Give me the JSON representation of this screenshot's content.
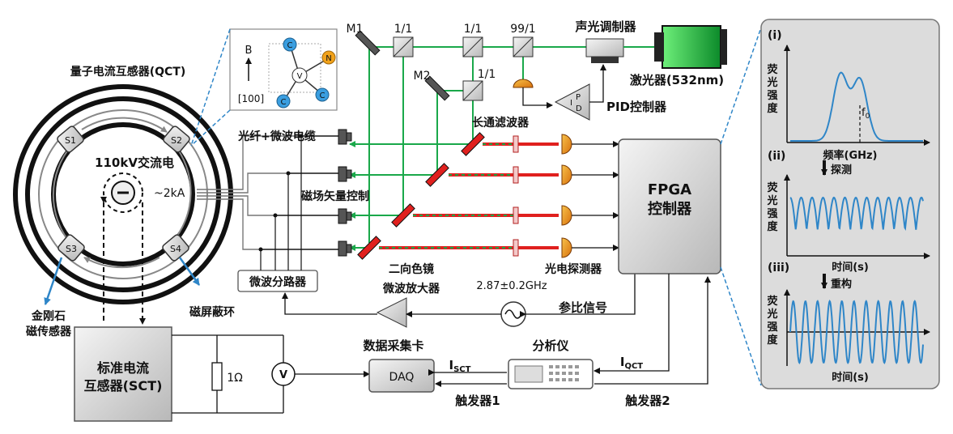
{
  "labels": {
    "qct": "量子电流互感器(QCT)",
    "s1": "S1",
    "s2": "S2",
    "s3": "S3",
    "s4": "S4",
    "line": "110kV交流电",
    "current": "~2kA",
    "diamond": "金刚石\n磁传感器",
    "shield": "磁屏蔽环",
    "sct": "标准电流\n互感器(SCT)",
    "res": "1Ω",
    "volt": "V",
    "b": "B",
    "dir": "[100]",
    "nv_c": "C",
    "nv_n": "N",
    "nv_v": "V",
    "m1": "M1",
    "m2": "M2",
    "bs1": "1/1",
    "bs2": "1/1",
    "bs3": "99/1",
    "bs4": "1/1",
    "aom": "声光调制器",
    "laser": "激光器(532nm)",
    "pid": "PID控制器",
    "pid_i": "I",
    "pid_p": "P",
    "pid_d": "D",
    "lpf": "长通滤波器",
    "fiber": "光纤+微波电缆",
    "field": "磁场矢量控制",
    "dichroic": "二向色镜",
    "mwamp": "微波放大器",
    "pd": "光电探测器",
    "freq": "2.87±0.2GHz",
    "splitter": "微波分路器",
    "fpga": "FPGA\n控制器",
    "ref": "参比信号",
    "daq_card": "数据采集卡",
    "daq": "DAQ",
    "analyzer": "分析仪",
    "isct": "I",
    "isct_sub": "SCT",
    "iqct": "I",
    "iqct_sub": "QCT",
    "trig1": "触发器1",
    "trig2": "触发器2",
    "p1_tag": "(i)",
    "p2_tag": "(ii)",
    "p3_tag": "(iii)",
    "ylabel": "荧\n光\n强\n度",
    "p1_x": "频率(GHz)",
    "p1_f0": "f",
    "p1_f0_sub": "0",
    "p2_x": "时间(s)",
    "p3_x": "时间(s)",
    "detect": "探测",
    "recon": "重构"
  },
  "colors": {
    "green": "#1aa84a",
    "red": "#e0201e",
    "blue": "#2f86c8",
    "panel": "#dcdcdc",
    "orange": "#f2a21a"
  }
}
